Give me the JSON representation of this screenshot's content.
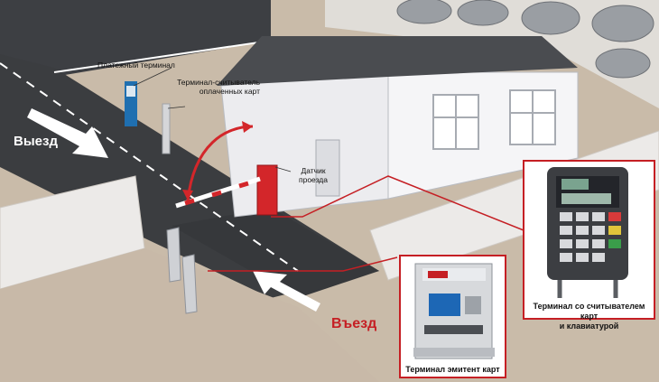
{
  "labels": {
    "exit": "Выезд",
    "entry": "Въезд",
    "payment_terminal": "Платежный терминал",
    "card_reader_terminal_line1": "Терминал-считыватель",
    "card_reader_terminal_line2": "оплаченных карт",
    "passage_sensor_line1": "Датчик",
    "passage_sensor_line2": "проезда",
    "keypad_terminal_line1": "Терминал со считывателем карт",
    "keypad_terminal_line2": "и клавиатурой",
    "issuing_terminal": "Терминал эмитент карт"
  },
  "colors": {
    "road": "#3b3d40",
    "ground": "#c8b9a8",
    "fence": "#eceae8",
    "building": "#f2f2f4",
    "roof": "#4a4c50",
    "barrier": "#d3262a",
    "callout": "#c51f24"
  }
}
